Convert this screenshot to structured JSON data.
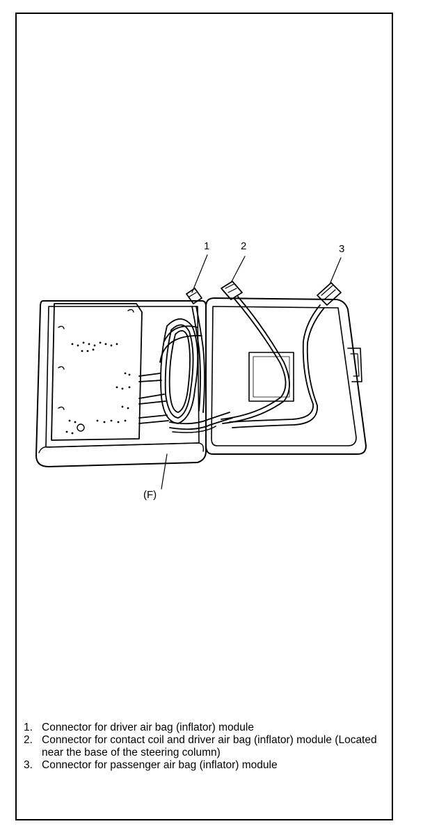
{
  "diagram": {
    "callouts": {
      "c1": "1",
      "c2": "2",
      "c3": "3",
      "f": "(F)"
    },
    "legend": [
      {
        "num": "1.",
        "text": "Connector for driver air bag (inflator) module"
      },
      {
        "num": "2.",
        "text": "Connector for contact coil and driver air bag (inflator) module (Located near the base of the steering column)"
      },
      {
        "num": "3.",
        "text": "Connector for passenger air bag (inflator) module"
      }
    ]
  }
}
